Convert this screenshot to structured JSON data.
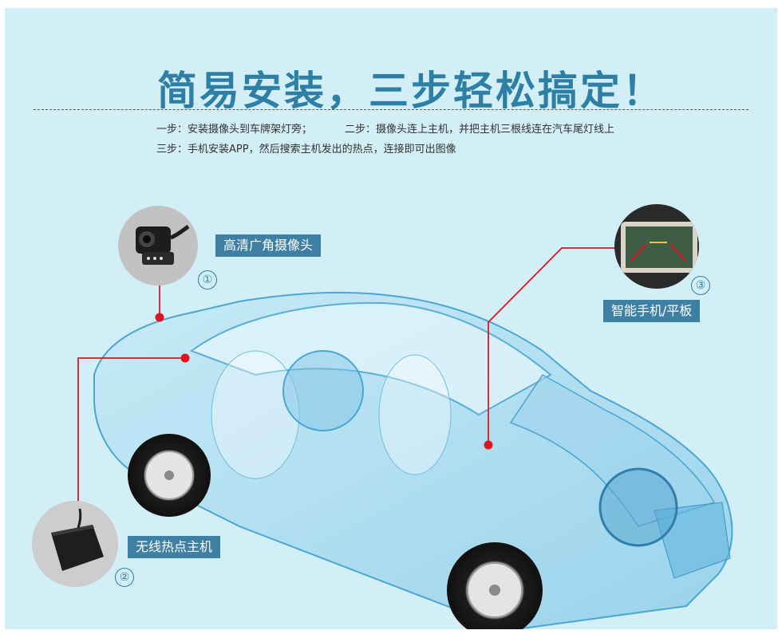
{
  "title": "简易安装，三步轻松搞定！",
  "steps": {
    "step1": "一步：安装摄像头到车牌架灯旁；",
    "step2": "二步：摄像头连上主机，并把主机三根线连在汽车尾灯线上",
    "step3": "三步：手机安装APP，然后搜索主机发出的热点，连接即可出图像"
  },
  "components": [
    {
      "number": "①",
      "label": "高清广角摄像头",
      "icon": "camera-icon"
    },
    {
      "number": "②",
      "label": "无线热点主机",
      "icon": "hotspot-box-icon"
    },
    {
      "number": "③",
      "label": "智能手机/平板",
      "icon": "tablet-icon"
    }
  ],
  "colors": {
    "background": "#d2eef7",
    "accent": "#2e7fa5",
    "tag": "#3e7fa4",
    "connector": "#e0141e",
    "car": "#5fb6dd"
  }
}
